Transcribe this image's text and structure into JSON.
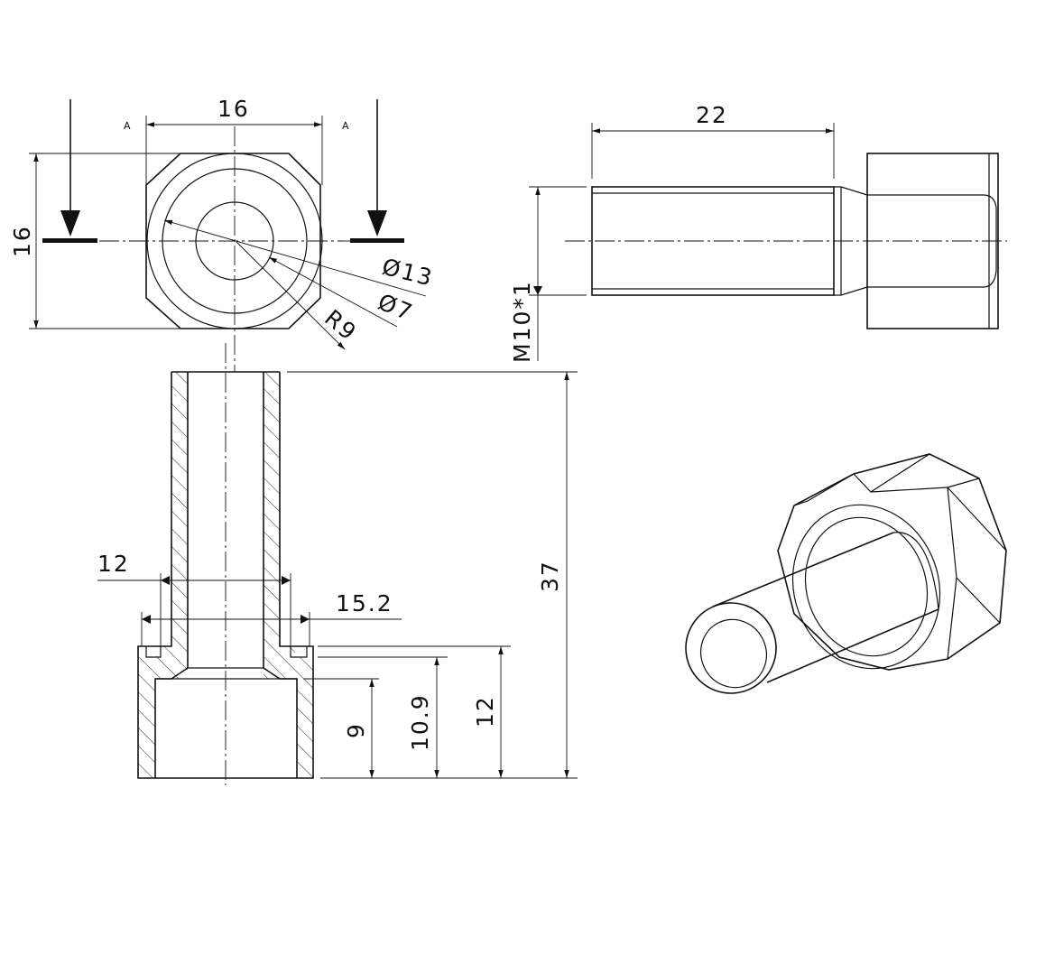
{
  "dimensions": {
    "top_width": "16",
    "top_height": "16",
    "dia_outer": "Ø13",
    "dia_inner": "Ø7",
    "radius": "R9",
    "thread_length": "22",
    "thread_spec": "M10*1",
    "section_total_height": "37",
    "section_inner_width_a": "12",
    "section_inner_width_b": "15.2",
    "socket_depth_9": "9",
    "socket_depth_10_9": "10.9",
    "socket_height_12": "12"
  },
  "section_markers": {
    "left": "A",
    "right": "A"
  }
}
